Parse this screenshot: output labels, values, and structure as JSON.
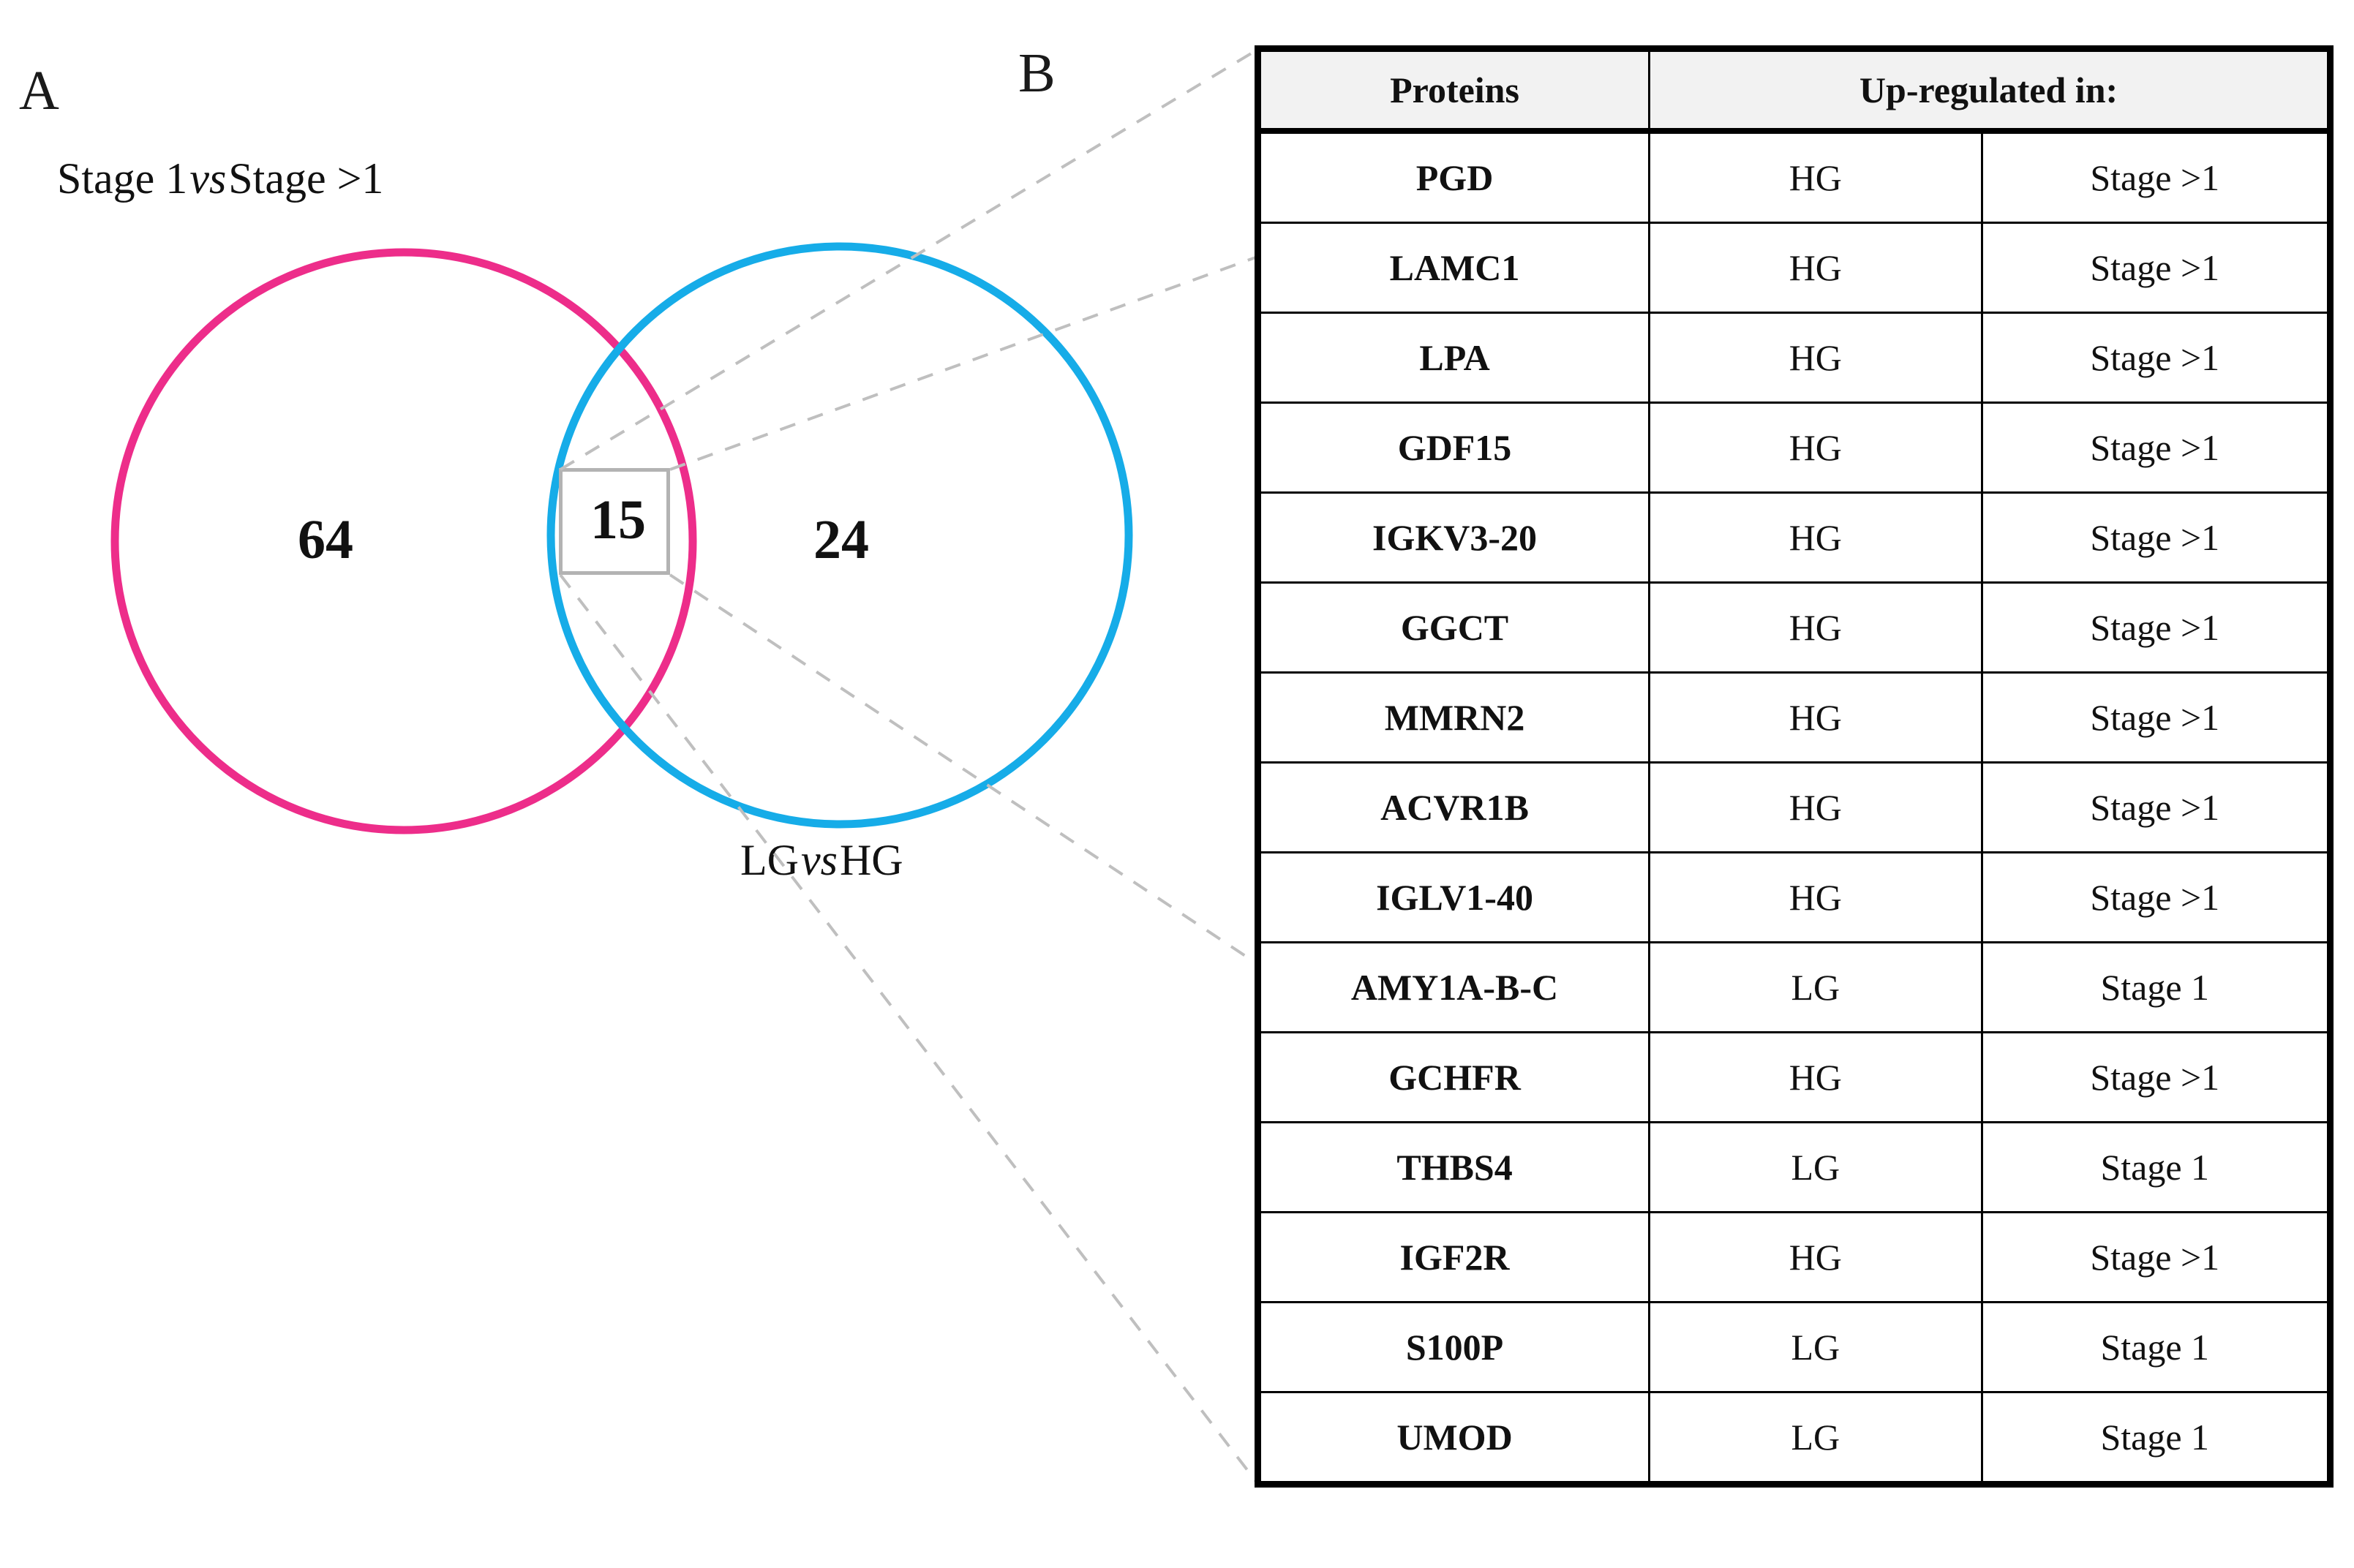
{
  "figure": {
    "panel_a_letter": "A",
    "panel_b_letter": "B"
  },
  "venn": {
    "set_left_label_prefix": "Stage 1",
    "set_left_label_vs": "vs",
    "set_left_label_suffix": "Stage >1",
    "set_right_label_prefix": "LG",
    "set_right_label_vs": "vs",
    "set_right_label_suffix": "HG",
    "count_left_only": "64",
    "count_intersection": "15",
    "count_right_only": "24",
    "left_circle_color": "#ED2D8A",
    "right_circle_color": "#16ACE8",
    "intersection_box_border_color": "#b3b3b3",
    "leader_line_color": "#bfbfbf"
  },
  "table": {
    "header": {
      "col_protein": "Proteins",
      "col_upregulated": "Up-regulated in:"
    },
    "columns": [
      "Proteins",
      "Up-regulated in: (grade)",
      "Up-regulated in: (stage)"
    ],
    "rows": [
      {
        "protein": "PGD",
        "grade": "HG",
        "stage": "Stage >1"
      },
      {
        "protein": "LAMC1",
        "grade": "HG",
        "stage": "Stage >1"
      },
      {
        "protein": "LPA",
        "grade": "HG",
        "stage": "Stage >1"
      },
      {
        "protein": "GDF15",
        "grade": "HG",
        "stage": "Stage >1"
      },
      {
        "protein": "IGKV3-20",
        "grade": "HG",
        "stage": "Stage >1"
      },
      {
        "protein": "GGCT",
        "grade": "HG",
        "stage": "Stage >1"
      },
      {
        "protein": "MMRN2",
        "grade": "HG",
        "stage": "Stage >1"
      },
      {
        "protein": "ACVR1B",
        "grade": "HG",
        "stage": "Stage >1"
      },
      {
        "protein": "IGLV1-40",
        "grade": "HG",
        "stage": "Stage >1"
      },
      {
        "protein": "AMY1A-B-C",
        "grade": "LG",
        "stage": "Stage 1"
      },
      {
        "protein": "GCHFR",
        "grade": "HG",
        "stage": "Stage >1"
      },
      {
        "protein": "THBS4",
        "grade": "LG",
        "stage": "Stage 1"
      },
      {
        "protein": "IGF2R",
        "grade": "HG",
        "stage": "Stage >1"
      },
      {
        "protein": "S100P",
        "grade": "LG",
        "stage": "Stage 1"
      },
      {
        "protein": "UMOD",
        "grade": "LG",
        "stage": "Stage 1"
      }
    ]
  },
  "chart_data": {
    "type": "venn",
    "title": "",
    "sets": [
      {
        "name": "Stage 1 vs Stage >1",
        "exclusive_count": 64,
        "color": "#ED2D8A"
      },
      {
        "name": "LG vs HG",
        "exclusive_count": 24,
        "color": "#16ACE8"
      }
    ],
    "intersection_count": 15,
    "intersection_members": [
      "PGD",
      "LAMC1",
      "LPA",
      "GDF15",
      "IGKV3-20",
      "GGCT",
      "MMRN2",
      "ACVR1B",
      "IGLV1-40",
      "AMY1A-B-C",
      "GCHFR",
      "THBS4",
      "IGF2R",
      "S100P",
      "UMOD"
    ],
    "legend": "none",
    "grid": false
  }
}
